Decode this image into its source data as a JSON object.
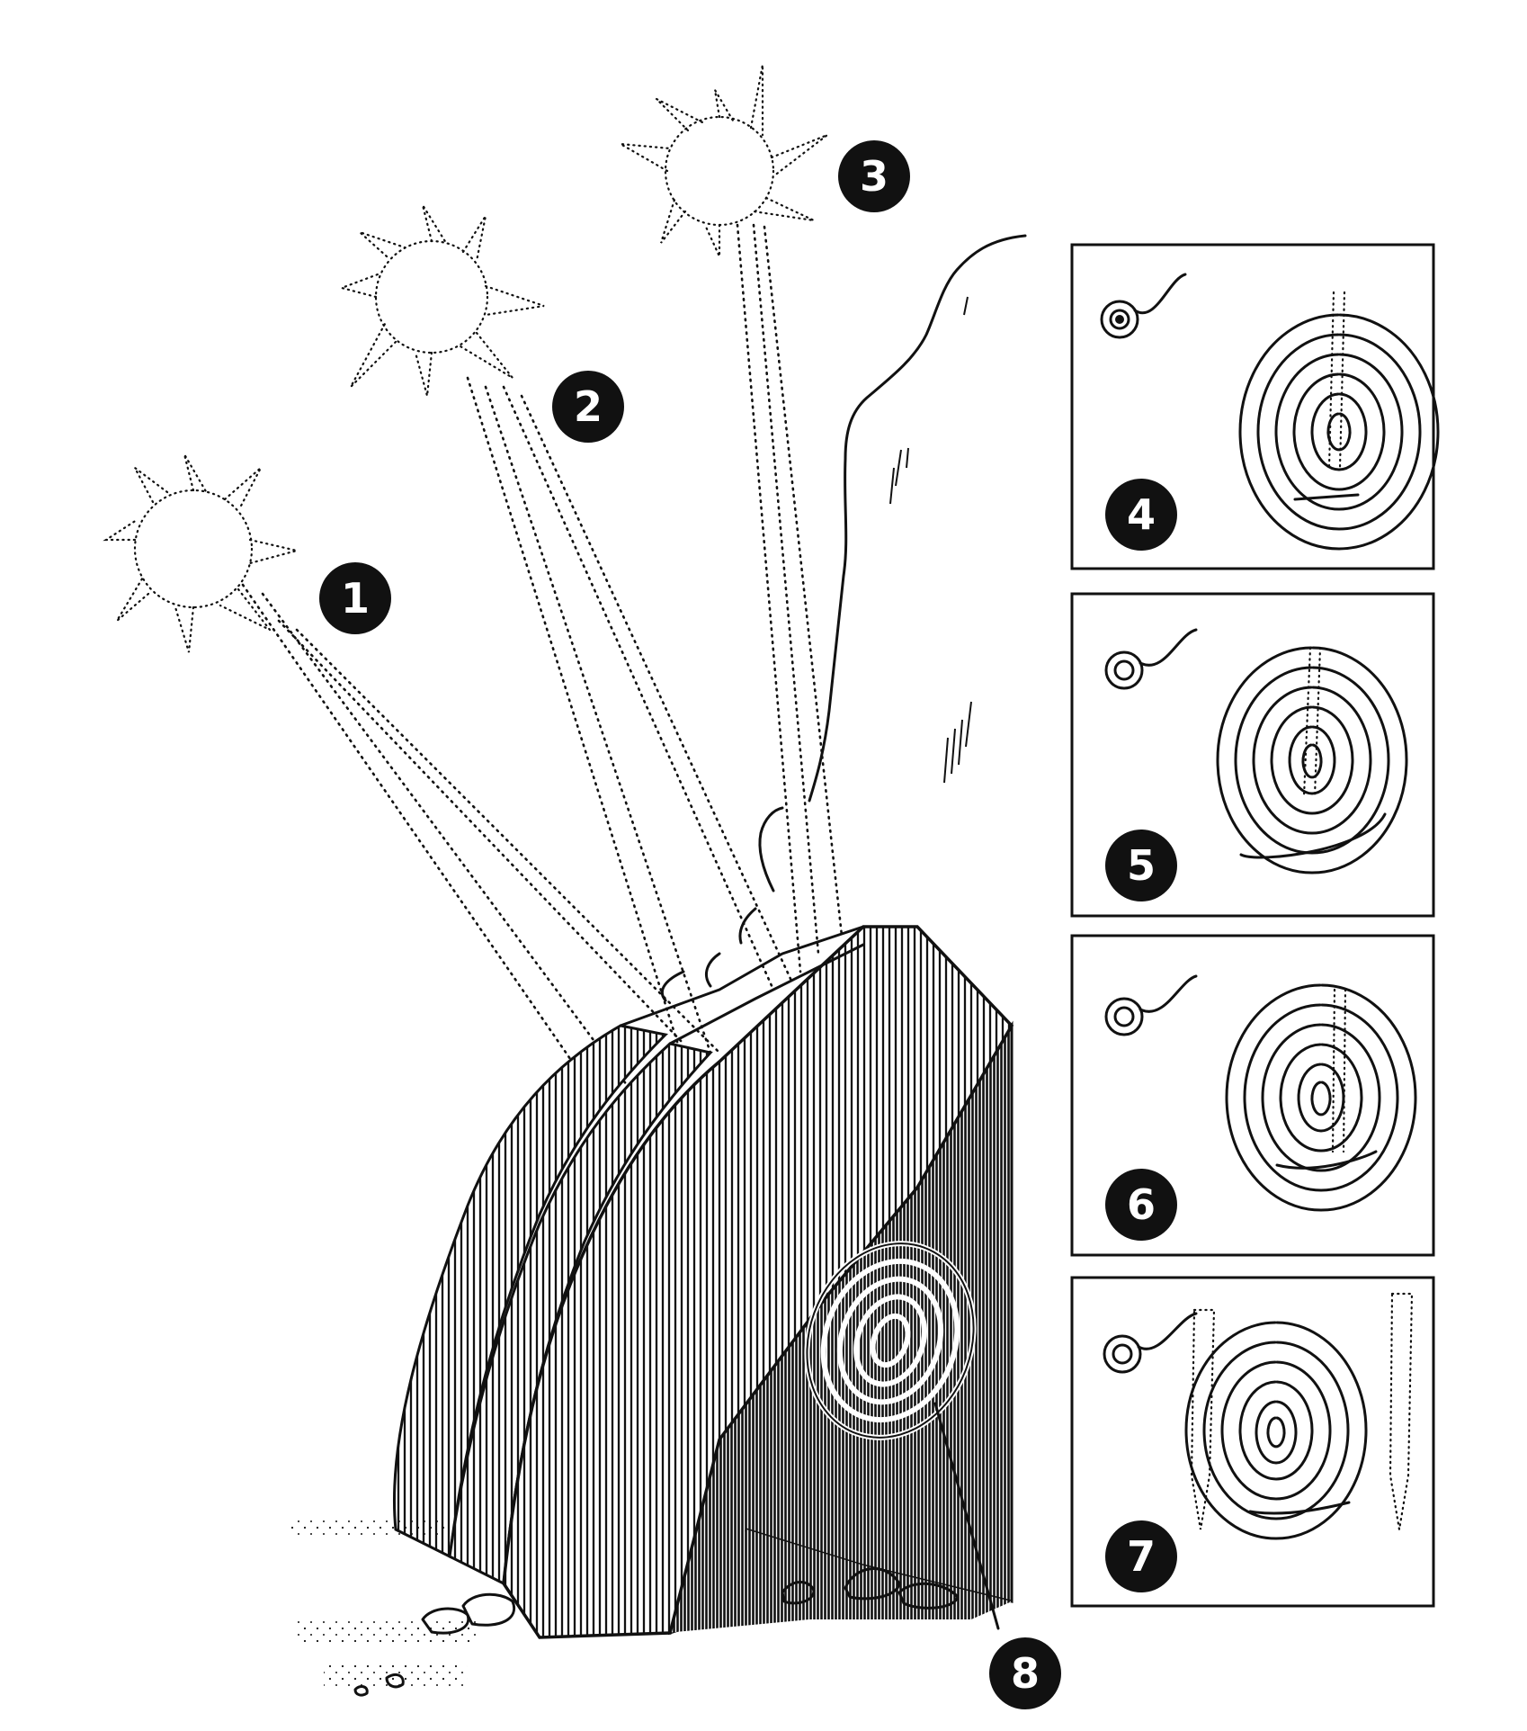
{
  "labels": {
    "sun_morning": "1",
    "sun_noon": "2",
    "sun_afternoon": "3",
    "panel_a": "4",
    "panel_b": "5",
    "panel_c": "6",
    "panel_d": "7",
    "carving": "8"
  },
  "colors": {
    "ink": "#111111",
    "paper": "#ffffff",
    "badge": "#111111",
    "badge_text": "#ffffff"
  }
}
